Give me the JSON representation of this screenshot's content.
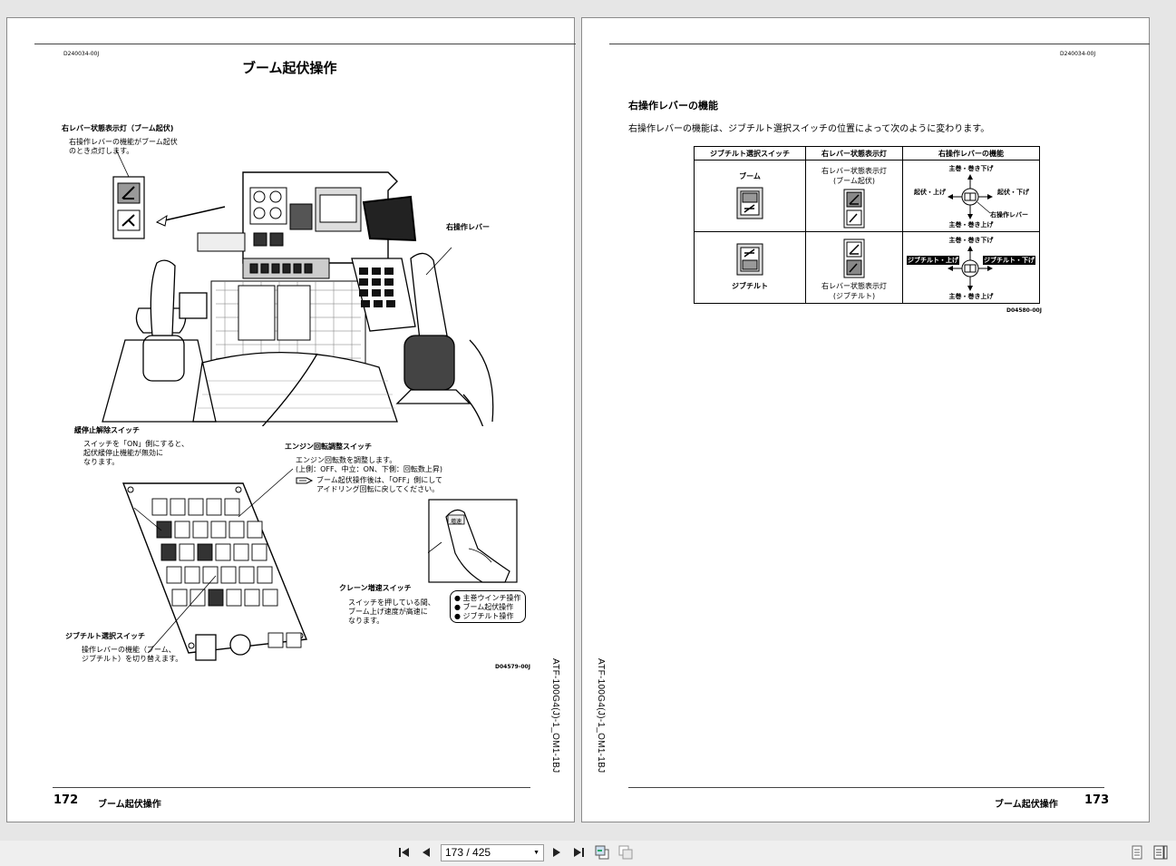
{
  "left_page": {
    "doc_code": "D240034-00J",
    "title": "ブーム起伏操作",
    "callouts": {
      "lamp_title": "右レバー状態表示灯（ブーム起伏)",
      "lamp_desc_1": "右操作レバーの機能がブーム起伏",
      "lamp_desc_2": "のとき点灯します。",
      "right_lever": "右操作レバー",
      "slow_stop_title": "緩停止解除スイッチ",
      "slow_stop_1": "スイッチを「ON」側にすると、",
      "slow_stop_2": "起伏緩停止機能が無効に",
      "slow_stop_3": "なります。",
      "engine_title": "エンジン回転調整スイッチ",
      "engine_1": "エンジン回転数を調整します。",
      "engine_2": "(上側：OFF、中立：ON、下側：回転数上昇)",
      "engine_3": "ブーム起伏操作後は、「OFF」側にして",
      "engine_4": "アイドリング回転に戻してください。",
      "crane_title": "クレーン増速スイッチ",
      "crane_1": "スイッチを押している間、",
      "crane_2": "ブーム上げ速度が高速に",
      "crane_3": "なります。",
      "crane_list": [
        "主巻ウインチ操作",
        "ブーム起伏操作",
        "ジブチルト操作"
      ],
      "jib_title": "ジブチルト選択スイッチ",
      "jib_1": "操作レバーの機能（ブーム、",
      "jib_2": "ジブチルト）を切り替えます。",
      "grip_label": "増速"
    },
    "figure_code": "D04579-00J",
    "side_code": "ATF-100G4(J)-1_OM1-1BJ",
    "page_number": "172",
    "footer_title": "ブーム起伏操作"
  },
  "right_page": {
    "doc_code": "D240034-00J",
    "heading": "右操作レバーの機能",
    "intro": "右操作レバーの機能は、ジブチルト選択スイッチの位置によって次のように変わります。",
    "table": {
      "headers": [
        "ジブチルト選択スイッチ",
        "右レバー状態表示灯",
        "右操作レバーの機能"
      ],
      "rows": [
        {
          "switch_label": "ブーム",
          "lamp_label_1": "右レバー状態表示灯",
          "lamp_label_2": "(ブーム起伏)",
          "func_up": "主巻・巻き下げ",
          "func_down": "主巻・巻き上げ",
          "func_left": "起伏・上げ",
          "func_right": "起伏・下げ",
          "func_lever": "右操作レバー"
        },
        {
          "switch_label": "ジブチルト",
          "lamp_label_1": "右レバー状態表示灯",
          "lamp_label_2": "(ジブチルト)",
          "func_up": "主巻・巻き下げ",
          "func_down": "主巻・巻き上げ",
          "func_left": "ジブチルト・上げ",
          "func_right": "ジブチルト・下げ"
        }
      ]
    },
    "figure_code": "D04580-00J",
    "side_code": "ATF-100G4(J)-1_OM1-1BJ",
    "page_number": "173",
    "footer_title": "ブーム起伏操作"
  },
  "toolbar": {
    "page_display": "173 / 425",
    "icons": [
      "first-page-icon",
      "prev-page-icon",
      "next-page-icon",
      "last-page-icon",
      "back-view-icon",
      "forward-view-icon",
      "single-page-icon",
      "two-page-icon"
    ]
  }
}
